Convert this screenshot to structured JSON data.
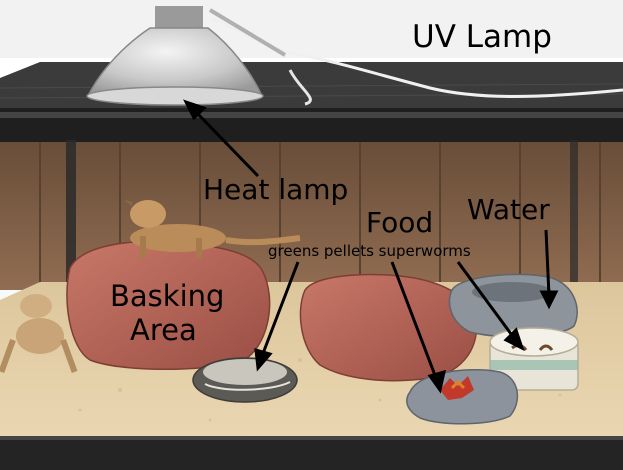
{
  "labels": {
    "uv_lamp": "UV Lamp",
    "heat_lamp": "Heat lamp",
    "food": "Food",
    "water": "Water",
    "food_items": "greens pellets superworms",
    "basking_line1": "Basking",
    "basking_line2": "Area"
  },
  "colors": {
    "sand": "#e0ccA4",
    "wood_panel": "#7a5232",
    "rock": "#b86458",
    "tank_frame": "#2a2a2a",
    "dish_gray": "#8e949b"
  }
}
